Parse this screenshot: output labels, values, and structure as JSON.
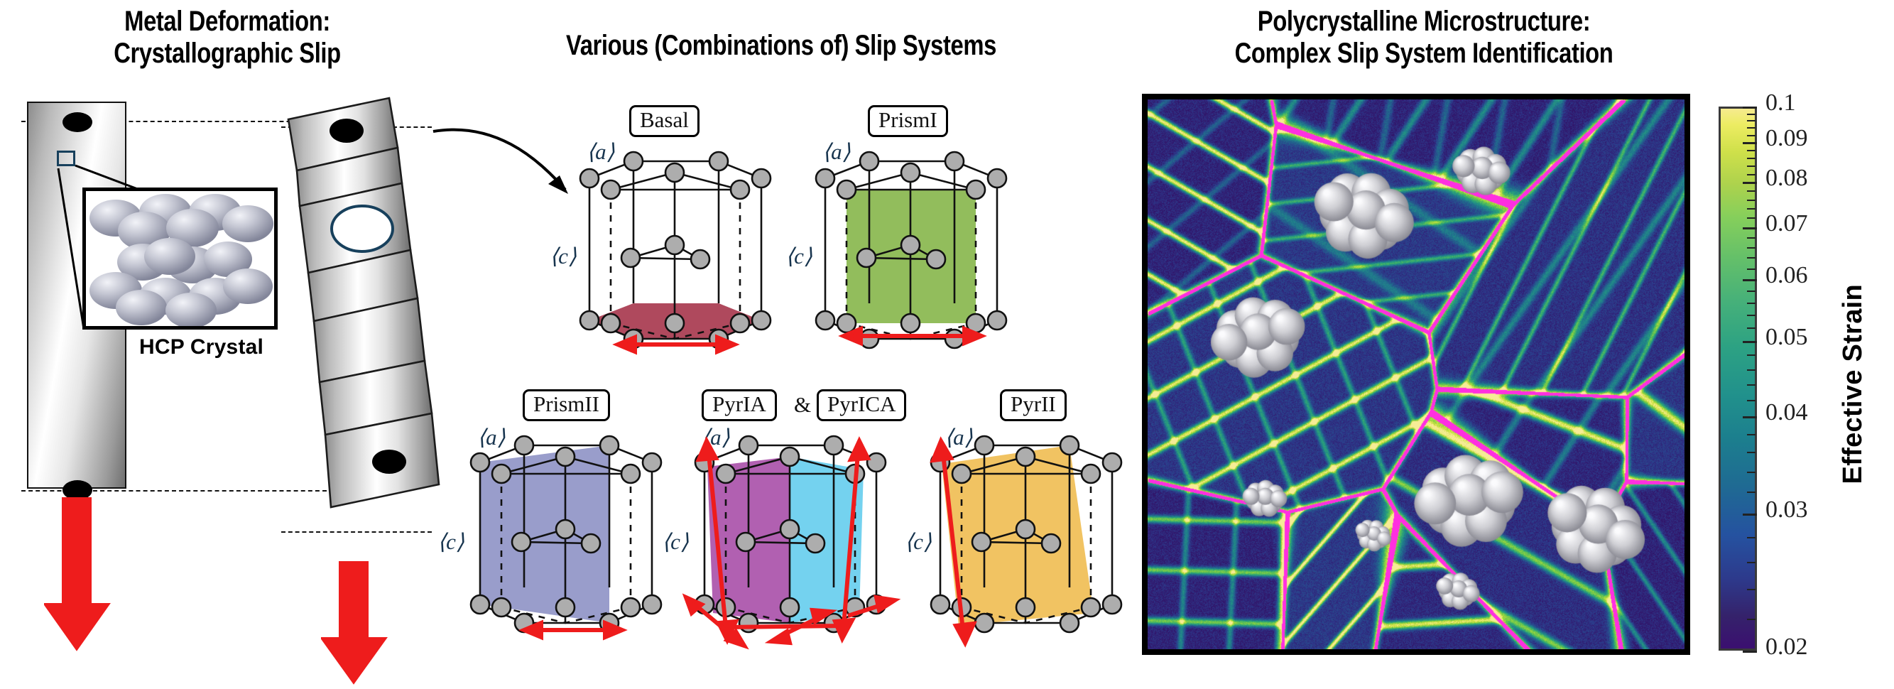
{
  "titles": {
    "left_line1": "Metal Deformation:",
    "left_line2": "Crystallographic Slip",
    "middle": "Various (Combinations of) Slip Systems",
    "right_line1": "Polycrystalline Microstructure:",
    "right_line2": "Complex Slip System Identification"
  },
  "left_panel": {
    "inset_label": "HCP Crystal",
    "load_arrow_color": "#ee1c1c",
    "marker_color": "#17405c"
  },
  "slip_systems": [
    {
      "id": "basal",
      "label": "Basal",
      "plane_color": "#a83a4f",
      "axis_a": "⟨a⟩",
      "axis_c": "⟨c⟩"
    },
    {
      "id": "prismI",
      "label": "PrismI",
      "plane_color": "#7fb23f",
      "axis_a": "⟨a⟩",
      "axis_c": "⟨c⟩"
    },
    {
      "id": "prismII",
      "label": "PrismII",
      "plane_color": "#8288c0",
      "axis_a": "⟨a⟩",
      "axis_c": "⟨c⟩"
    },
    {
      "id": "pyrIA",
      "label": "PyrIA",
      "plane_color": "#a64aa6",
      "axis_a": "⟨a⟩",
      "axis_c": "⟨c⟩"
    },
    {
      "id": "pyrICA",
      "label": "PyrICA",
      "plane_color": "#68ceee",
      "axis_a": "",
      "axis_c": ""
    },
    {
      "id": "pyrII",
      "label": "PyrII",
      "plane_color": "#f0c05a",
      "axis_a": "⟨a⟩",
      "axis_c": "⟨c⟩"
    }
  ],
  "slip_label_conjunction": "&",
  "colorbar": {
    "title": "Effective Strain",
    "scale": "log",
    "min": 0.02,
    "max": 0.1,
    "tick_labels": [
      "0.1",
      "0.09",
      "0.08",
      "0.07",
      "0.06",
      "0.05",
      "0.04",
      "0.03",
      "0.02"
    ],
    "tick_values": [
      0.1,
      0.09,
      0.08,
      0.07,
      0.06,
      0.05,
      0.04,
      0.03,
      0.02
    ],
    "colormap": "viridis"
  },
  "chart_data": {
    "type": "heatmap",
    "title": "Polycrystalline Microstructure: Complex Slip System Identification",
    "colorbar_label": "Effective Strain",
    "colormap": "viridis",
    "scale": "log",
    "zlim": [
      0.02,
      0.1
    ],
    "tick_values": [
      0.02,
      0.03,
      0.04,
      0.05,
      0.06,
      0.07,
      0.08,
      0.09,
      0.1
    ],
    "overlays": {
      "grain_boundary_color": "#ff2fe0",
      "slip_trace_color": "#d7e84a",
      "crystal_marker": "hcp-sphere-cluster",
      "crystal_marker_count": 8
    }
  }
}
